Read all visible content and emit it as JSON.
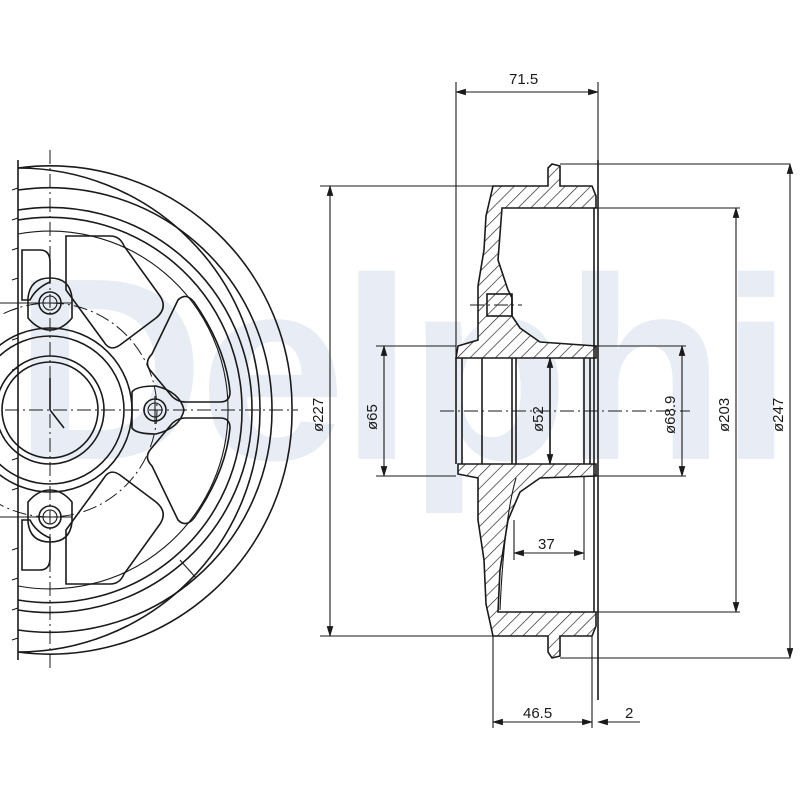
{
  "drawing": {
    "title": "Brake drum technical drawing",
    "watermark": "Delphi",
    "colors": {
      "line": "#1a1a1a",
      "background": "#ffffff",
      "watermark": "#e8edf5"
    },
    "views": {
      "front_view": "partial front view of drum with 5 spokes and bolt holes",
      "section_view": "cross-section of drum with hatched material"
    },
    "dimensions": {
      "overall_width": "71.5",
      "drum_depth": "46.5",
      "flange_offset": "2",
      "inner_depth": "37",
      "outer_diameter": "ø247",
      "braking_surface_diameter": "ø203",
      "hub_diameter": "ø68.9",
      "bore_diameter": "ø52",
      "pilot_diameter": "ø65",
      "bolt_circle_diameter": "ø227"
    }
  }
}
